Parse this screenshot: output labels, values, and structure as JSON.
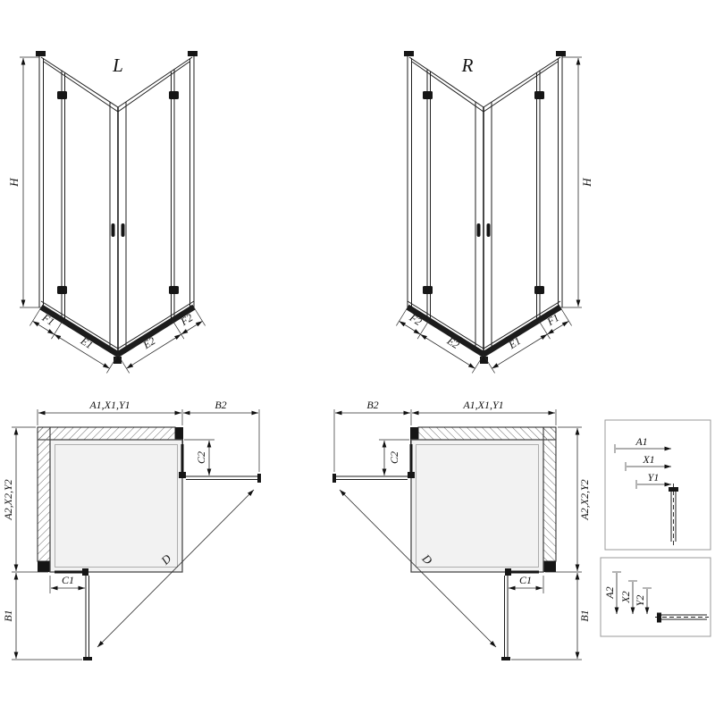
{
  "views3d": {
    "left": {
      "title": "L",
      "height_label": "H",
      "bottom_left": {
        "fixed": "F1",
        "door": "E1"
      },
      "bottom_right": {
        "door": "E2",
        "fixed": "F2"
      }
    },
    "right": {
      "title": "R",
      "height_label": "H",
      "bottom_left": {
        "fixed": "F2",
        "door": "E2"
      },
      "bottom_right": {
        "door": "E1",
        "fixed": "F1"
      }
    }
  },
  "plans": {
    "left": {
      "top_width": "A1,X1,Y1",
      "door_width_top": "B2",
      "door_offset_top": "C2",
      "side_depth": "A2,X2,Y2",
      "door_offset_side": "C1",
      "door_width_side": "B1",
      "diagonal": "D"
    },
    "right": {
      "door_width_top": "B2",
      "top_width": "A1,X1,Y1",
      "door_offset_top": "C2",
      "side_depth": "A2,X2,Y2",
      "door_offset_side": "C1",
      "door_width_side": "B1",
      "diagonal": "D"
    }
  },
  "details": {
    "width_profile": {
      "a": "A1",
      "x": "X1",
      "y": "Y1"
    },
    "depth_profile": {
      "a": "A2",
      "x": "X2",
      "y": "Y2"
    }
  }
}
